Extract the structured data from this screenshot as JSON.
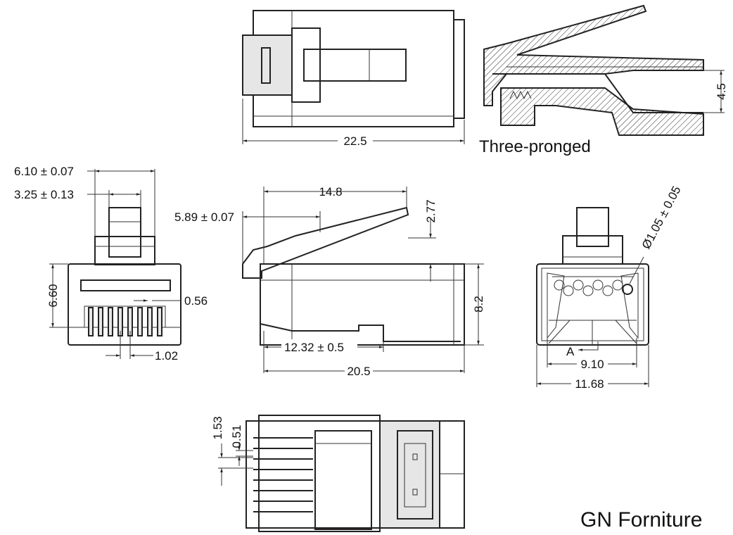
{
  "title": "RJ45 shielded modular plug dimension drawing",
  "views": {
    "top": {
      "width_label": "22.5"
    },
    "section": {
      "caption": "Three-pronged",
      "height_label": "4.5"
    },
    "front": {
      "tab_width_outer": "6.10 ± 0.07",
      "tab_width_inner": "3.25 ± 0.13",
      "height": "6.60",
      "contact_width": "0.56",
      "contact_pitch": "1.02"
    },
    "side": {
      "latch_length": "14.8",
      "latch_offset": "5.89 ± 0.07",
      "latch_height": "2.77",
      "body_height": "8.2",
      "contact_depth": "12.32 ± 0.5",
      "body_length": "20.5"
    },
    "rear": {
      "hole_diameter": "Ø1.05 ± 0.05",
      "section_marker": "A",
      "inner_width": "9.10",
      "outer_width": "11.68"
    },
    "bottom": {
      "dim_a": "1.53",
      "dim_b": "0.51"
    }
  },
  "brand": "GN Forniture"
}
